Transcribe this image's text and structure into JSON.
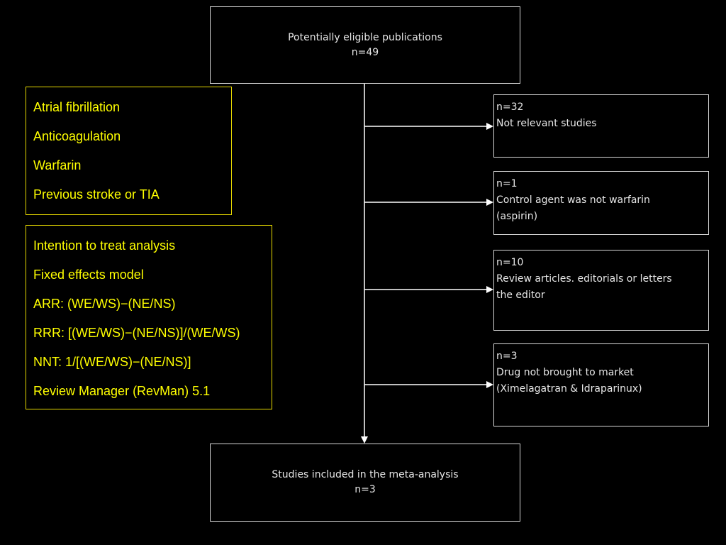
{
  "flow": {
    "start": {
      "title": "Potentially eligible publications",
      "count": "n=49"
    },
    "exclusions": [
      {
        "count": "n=32",
        "lines": [
          "Not relevant studies"
        ]
      },
      {
        "count": "n=1",
        "lines": [
          "Control agent was not warfarin",
          "(aspirin)"
        ]
      },
      {
        "count": "n=10",
        "lines": [
          "Review articles. editorials or letters",
          "the editor"
        ]
      },
      {
        "count": "n=3",
        "lines": [
          "Drug not brought to market",
          "(Ximelagatran & Idraparinux)"
        ]
      }
    ],
    "end": {
      "title": "Studies included in the meta-analysis",
      "count": "n=3"
    }
  },
  "search_terms": {
    "items": [
      "Atrial fibrillation",
      "Anticoagulation",
      "Warfarin",
      "Previous stroke or TIA"
    ]
  },
  "methods": {
    "items": [
      "Intention to treat analysis",
      "Fixed effects model",
      "ARR: (WE/WS)−(NE/NS)",
      "RRR: [(WE/WS)−(NE/NS)]/(WE/WS)",
      "NNT: 1/[(WE/WS)−(NE/NS)]",
      "Review Manager (RevMan) 5.1"
    ]
  },
  "colors": {
    "background": "#000000",
    "panel_text": "#ffff00",
    "panel_border": "#e6d800",
    "box_border": "#d8d8d8",
    "box_text": "#e6e6e6",
    "connector": "#ffffff"
  }
}
